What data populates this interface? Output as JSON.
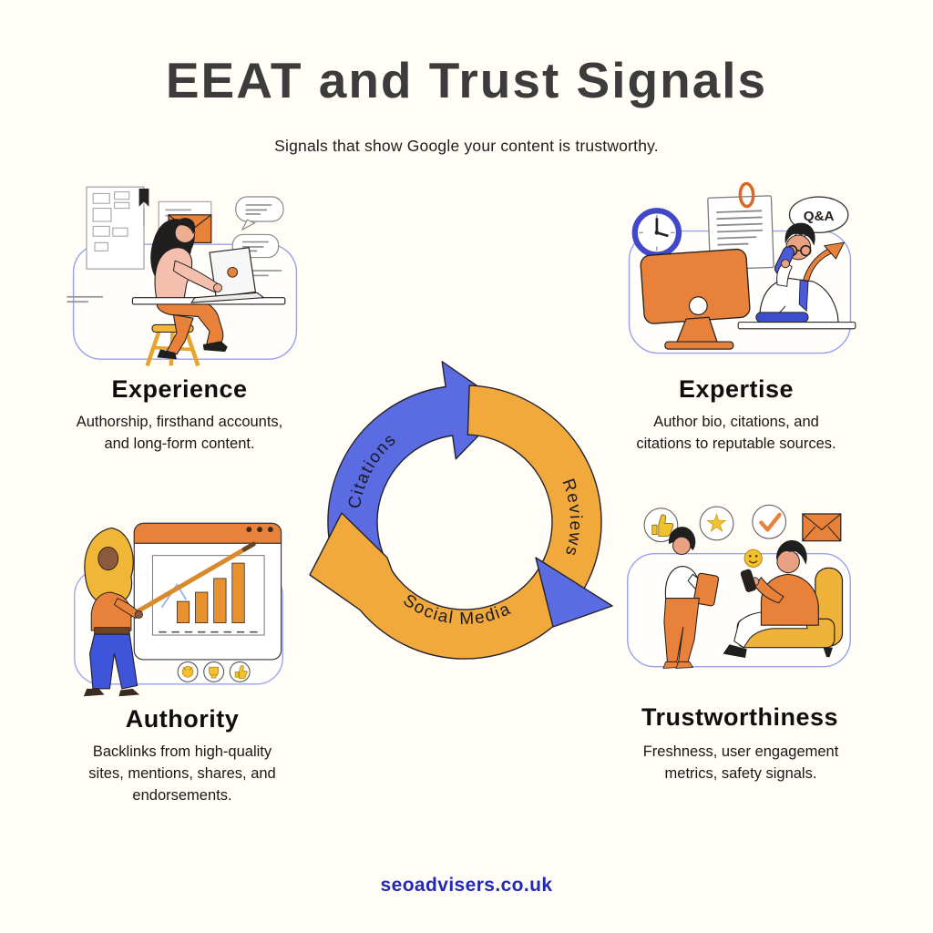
{
  "page": {
    "title": "EEAT and Trust Signals",
    "subtitle": "Signals that show Google your content is trustworthy.",
    "footer": "seoadvisers.co.uk"
  },
  "cycle": {
    "citations_label": "Citations",
    "reviews_label": "Reviews",
    "social_label": "Social Media"
  },
  "sections": {
    "experience": {
      "title": "Experience",
      "description": "Authorship, firsthand accounts, and long-form content."
    },
    "expertise": {
      "title": "Expertise",
      "description": "Author bio, citations, and citations to reputable sources.",
      "qa_label": "Q&A"
    },
    "authority": {
      "title": "Authority",
      "description": "Backlinks from high-quality sites, mentions, shares, and endorsements."
    },
    "trustworthiness": {
      "title": "Trustworthiness",
      "description": "Freshness, user engagement metrics, safety signals."
    }
  },
  "icons": {
    "star": "★",
    "checkmark": "✓"
  },
  "colors": {
    "ring_blue": "#5B6BE1",
    "ring_orange": "#F2A93C",
    "illustration_orange": "#E8823B",
    "accent_yellow": "#F2B636",
    "royal_blue": "#4455D2",
    "footer_blue": "#2429B3",
    "background": "#FFFDF6"
  }
}
